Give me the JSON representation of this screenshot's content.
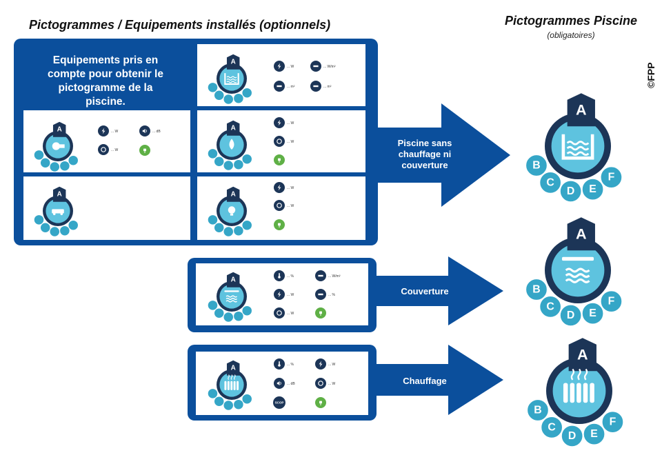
{
  "titles": {
    "left": "Pictogrammes / Equipements installés (optionnels)",
    "right": "Pictogrammes Piscine",
    "right_sub": "(obligatoires)",
    "credit": "©FPP"
  },
  "panel_text": "Equipements pris en compte pour obtenir le pictogramme de la piscine.",
  "arrows": {
    "top": "Piscine sans chauffage ni couverture",
    "middle": "Couverture",
    "bottom": "Chauffage"
  },
  "rating": {
    "selected": "A",
    "scale": [
      "B",
      "C",
      "D",
      "E",
      "F"
    ]
  },
  "mini_units": {
    "w": "... W",
    "db": "... dB",
    "m2": "... m²",
    "wm2": "... W/m²",
    "pct": "... %",
    "scop": "SCOP"
  },
  "icons": {
    "equipment": [
      "pool-icon",
      "pump-icon",
      "water-treatment-icon",
      "lighting-icon",
      "robot-cleaner-icon",
      "cover-icon",
      "heater-icon"
    ],
    "indicators": [
      "power-icon",
      "sound-icon",
      "standby-icon",
      "eco-plug-icon",
      "surface-icon",
      "thermometer-icon"
    ]
  },
  "colors": {
    "panel_blue": "#0b4f9c",
    "dark_navy": "#1c3557",
    "teal": "#35a6c7",
    "light_teal": "#5ec3df",
    "eco_green": "#5fb046"
  }
}
